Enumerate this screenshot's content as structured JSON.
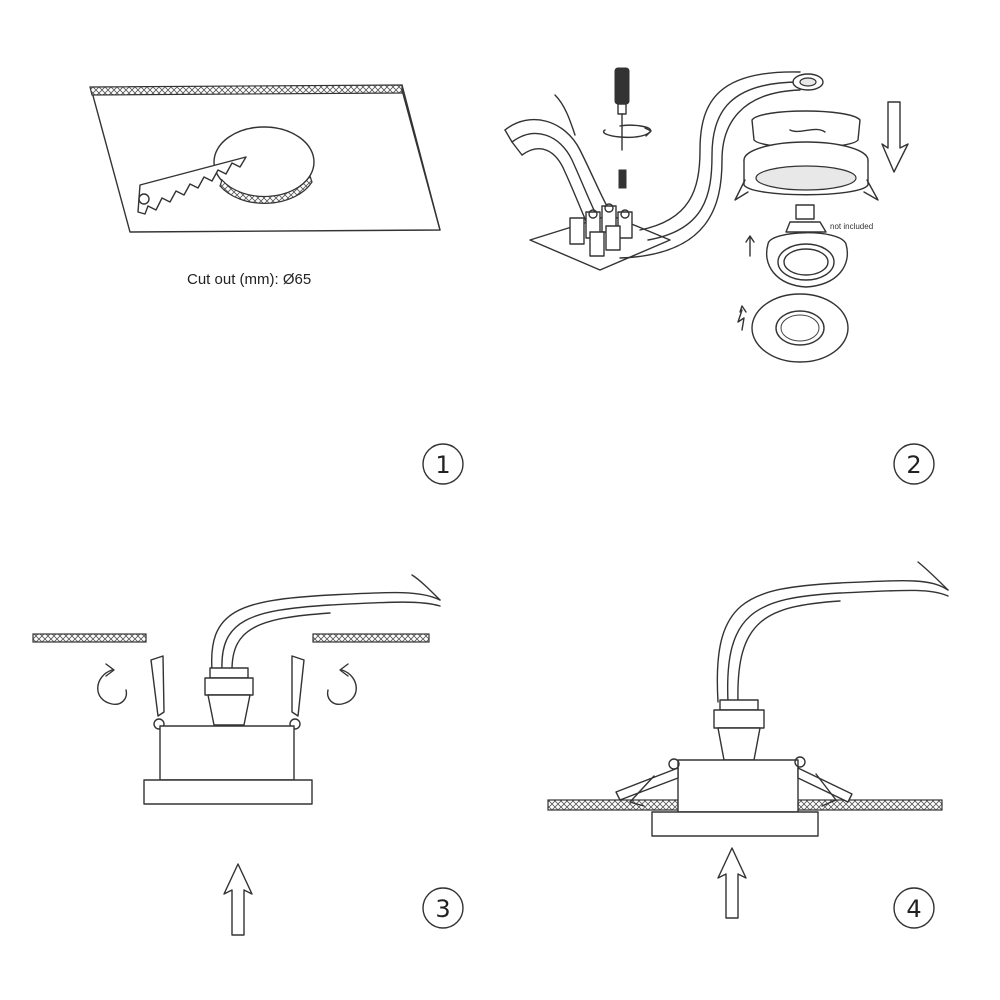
{
  "panels": [
    {
      "step": "1",
      "caption": "Cut out (mm): Ø65"
    },
    {
      "step": "2",
      "note": "not included"
    },
    {
      "step": "3"
    },
    {
      "step": "4"
    }
  ]
}
